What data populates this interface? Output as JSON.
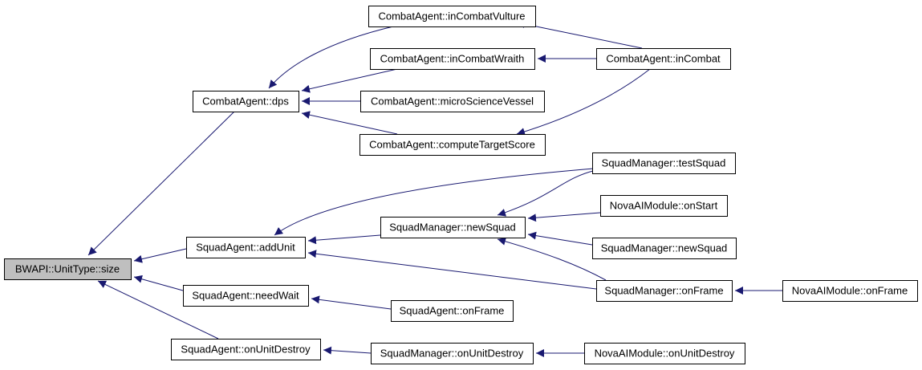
{
  "diagram": {
    "type": "call-graph",
    "colors": {
      "edge": "#191970",
      "root_fill": "#bfbfbf",
      "node_fill": "#ffffff",
      "node_stroke": "#000000"
    },
    "nodes": {
      "size": "BWAPI::UnitType::size",
      "dps": "CombatAgent::dps",
      "addUnit": "SquadAgent::addUnit",
      "needWait": "SquadAgent::needWait",
      "onUnitDestroySA": "SquadAgent::onUnitDestroy",
      "vulture": "CombatAgent::inCombatVulture",
      "wraith": "CombatAgent::inCombatWraith",
      "vessel": "CombatAgent::microScienceVessel",
      "targetScore": "CombatAgent::computeTargetScore",
      "inCombat": "CombatAgent::inCombat",
      "newSquad": "SquadManager::newSquad",
      "testSquad": "SquadManager::testSquad",
      "onStart": "NovaAIModule::onStart",
      "newSquad2": "SquadManager::newSquad",
      "smOnFrame": "SquadManager::onFrame",
      "novaOnFrame": "NovaAIModule::onFrame",
      "saOnFrame": "SquadAgent::onFrame",
      "smOnUnitDestroy": "SquadManager::onUnitDestroy",
      "novaOnUnitDestroy": "NovaAIModule::onUnitDestroy"
    },
    "edges": [
      {
        "from": "dps",
        "to": "size"
      },
      {
        "from": "addUnit",
        "to": "size"
      },
      {
        "from": "needWait",
        "to": "size"
      },
      {
        "from": "onUnitDestroySA",
        "to": "size"
      },
      {
        "from": "vulture",
        "to": "dps"
      },
      {
        "from": "wraith",
        "to": "dps"
      },
      {
        "from": "vessel",
        "to": "dps"
      },
      {
        "from": "targetScore",
        "to": "dps"
      },
      {
        "from": "inCombat",
        "to": "vulture"
      },
      {
        "from": "inCombat",
        "to": "wraith"
      },
      {
        "from": "inCombat",
        "to": "targetScore"
      },
      {
        "from": "testSquad",
        "to": "addUnit"
      },
      {
        "from": "newSquad",
        "to": "addUnit"
      },
      {
        "from": "smOnFrame",
        "to": "addUnit"
      },
      {
        "from": "testSquad",
        "to": "newSquad"
      },
      {
        "from": "onStart",
        "to": "newSquad"
      },
      {
        "from": "newSquad2",
        "to": "newSquad"
      },
      {
        "from": "smOnFrame",
        "to": "newSquad"
      },
      {
        "from": "novaOnFrame",
        "to": "smOnFrame"
      },
      {
        "from": "saOnFrame",
        "to": "needWait"
      },
      {
        "from": "smOnUnitDestroy",
        "to": "onUnitDestroySA"
      },
      {
        "from": "novaOnUnitDestroy",
        "to": "smOnUnitDestroy"
      }
    ]
  }
}
